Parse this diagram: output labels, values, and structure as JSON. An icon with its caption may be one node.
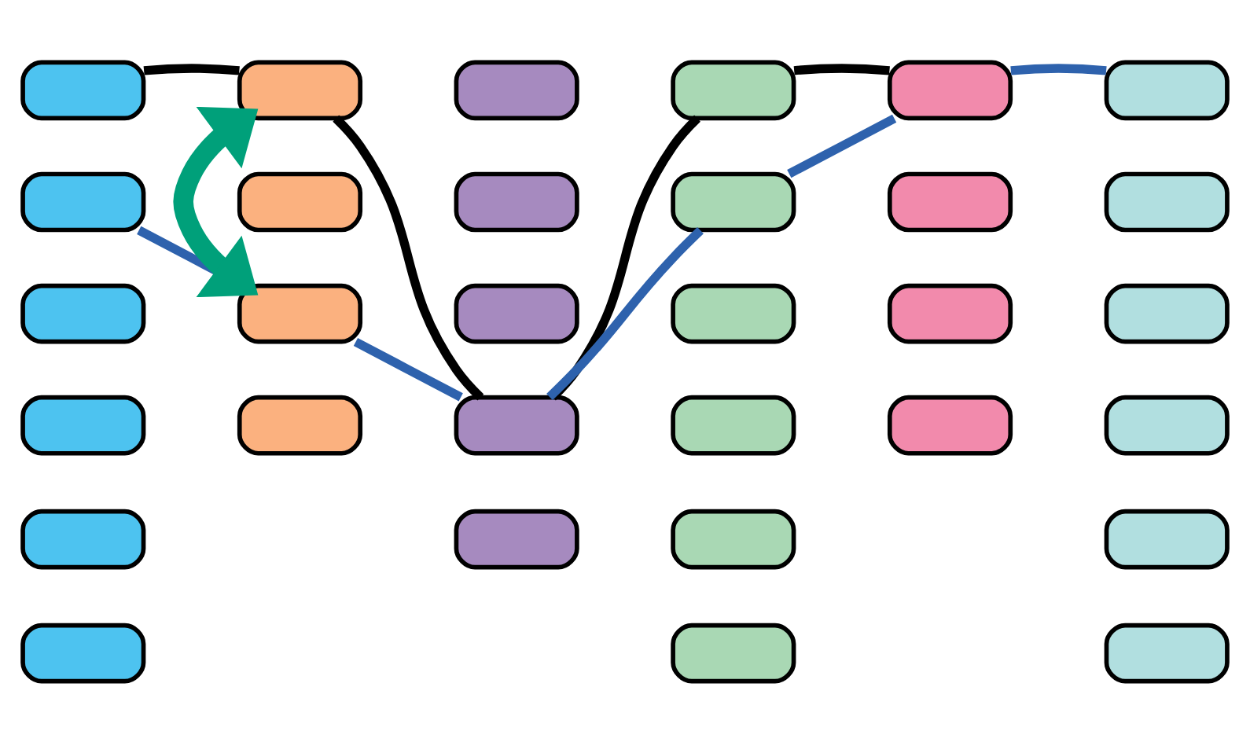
{
  "diagram": {
    "nodes": [
      {
        "text": [],
        "shape": "box"
      },
      {
        "text": [],
        "shape": "box"
      },
      {
        "text": [],
        "shape": "box"
      },
      {
        "text": [],
        "shape": "box"
      },
      {
        "text": [],
        "shape": "box"
      },
      {
        "text": [],
        "shape": "box"
      },
      {
        "text": [],
        "shape": "box"
      },
      {
        "text": [],
        "shape": "box"
      },
      {
        "text": [],
        "shape": "box"
      },
      {
        "text": [],
        "shape": "box"
      },
      {
        "text": [],
        "shape": "box"
      },
      {
        "text": [],
        "shape": "box"
      },
      {
        "text": [],
        "shape": "box"
      },
      {
        "text": [],
        "shape": "box"
      },
      {
        "text": [],
        "shape": "box"
      },
      {
        "text": [],
        "shape": "box"
      },
      {
        "text": [],
        "shape": "box"
      },
      {
        "text": [],
        "shape": "box"
      },
      {
        "text": [],
        "shape": "box"
      },
      {
        "text": [],
        "shape": "box"
      },
      {
        "text": [],
        "shape": "box"
      },
      {
        "text": [],
        "shape": "box"
      },
      {
        "text": [],
        "shape": "box"
      },
      {
        "text": [],
        "shape": "box"
      },
      {
        "text": [],
        "shape": "box"
      },
      {
        "text": [],
        "shape": "box"
      },
      {
        "text": [],
        "shape": "box"
      },
      {
        "text": [],
        "shape": "box"
      },
      {
        "text": [],
        "shape": "box"
      },
      {
        "text": [],
        "shape": "box"
      },
      {
        "text": [],
        "shape": "box"
      }
    ],
    "edges": [
      {
        "from": 0,
        "to": 6,
        "arrow": "none",
        "color": "#000000"
      },
      {
        "from": 6,
        "to": 13,
        "arrow": "none",
        "color": "#000000"
      },
      {
        "from": 13,
        "to": 15,
        "arrow": "none",
        "color": "#000000"
      },
      {
        "from": 15,
        "to": 21,
        "arrow": "none",
        "color": "#000000"
      },
      {
        "from": 1,
        "to": 8,
        "arrow": "none"
      },
      {
        "from": 8,
        "to": 13,
        "arrow": "none"
      },
      {
        "from": 13,
        "to": 16,
        "arrow": "none"
      },
      {
        "from": 16,
        "to": 21,
        "arrow": "none"
      },
      {
        "from": 21,
        "to": 25,
        "arrow": "none"
      },
      {
        "from": 6,
        "to": 8,
        "arrow": "both",
        "style": "thick",
        "color": "#00a07a"
      }
    ]
  }
}
